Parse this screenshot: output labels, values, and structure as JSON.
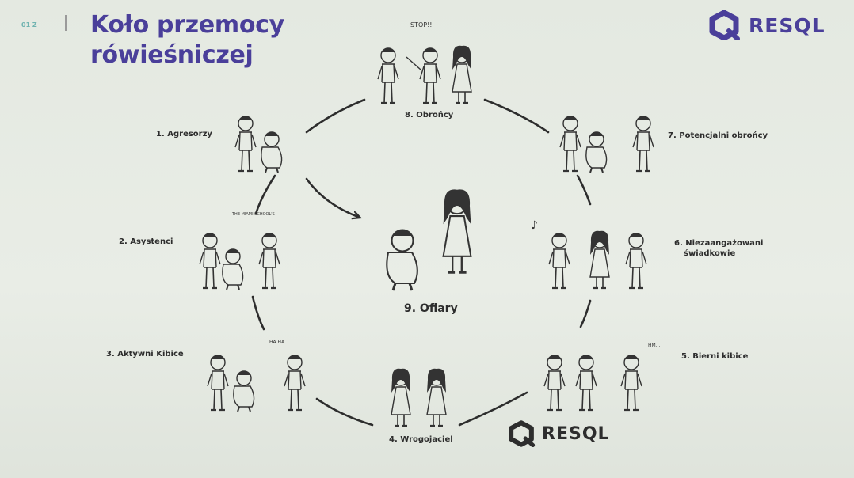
{
  "header": {
    "slide_number": "01 Z",
    "title_line1": "Koło przemocy",
    "title_line2": "rówieśniczej"
  },
  "brand": {
    "name": "RESQL",
    "color": "#4a3f9a"
  },
  "roles": [
    {
      "label": "1. Agresorzy"
    },
    {
      "label": "2. Asystenci"
    },
    {
      "label": "3. Aktywni Kibice"
    },
    {
      "label": "4. Wrogojaciel"
    },
    {
      "label": "5. Bierni kibice"
    },
    {
      "label": "6. Niezaangażowani"
    },
    {
      "label": "7. Potencjalni obrońcy"
    },
    {
      "label": "8. Obrońcy"
    }
  ],
  "role6_line2": "świadkowie",
  "center": {
    "label": "9. Ofiary"
  },
  "speech": {
    "stop": "STOP!!",
    "assistants": "THE MIAMI SCHOOL'S",
    "active_fans": "HA HA",
    "passive_fans": "HM..."
  }
}
